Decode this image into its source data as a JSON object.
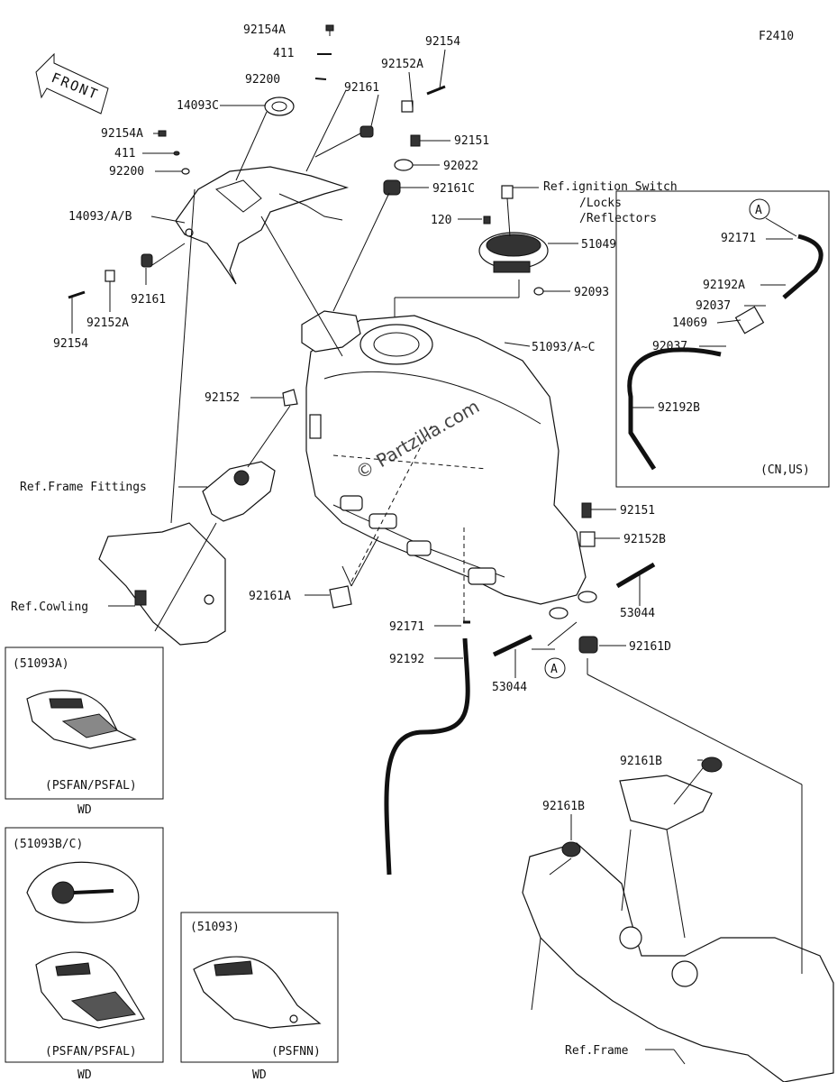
{
  "figure_id": "F2410",
  "front_label": "FRONT",
  "watermark": "© Partzilla.com",
  "callouts": {
    "c92154A_top": "92154A",
    "c411_top": "411",
    "c92200_top": "92200",
    "c14093C": "14093C",
    "c92154": "92154",
    "c92152A_top": "92152A",
    "c92161_top": "92161",
    "c92154A_left": "92154A",
    "c411_left": "411",
    "c92200_left": "92200",
    "c14093ABB": "14093/A/B",
    "c92151_top": "92151",
    "c92022": "92022",
    "c92161C": "92161C",
    "c_ref_ignition_1": "Ref.ignition Switch",
    "c_ref_ignition_2": "/Locks",
    "c_ref_ignition_3": "/Reflectors",
    "c120": "120",
    "c51049": "51049",
    "c92093": "92093",
    "c92161_left": "92161",
    "c92152A_left": "92152A",
    "c92154_left": "92154",
    "c51093AC": "51093/A~C",
    "c92152": "92152",
    "c_ref_frame_fittings": "Ref.Frame Fittings",
    "c_ref_cowling": "Ref.Cowling",
    "c92161A": "92161A",
    "c92171_bottom": "92171",
    "c92192": "92192",
    "c53044_left": "53044",
    "c_A_bottom": "A",
    "c92151_right": "92151",
    "c92152B": "92152B",
    "c53044_right": "53044",
    "c92161D": "92161D",
    "c92161B_top": "92161B",
    "c92161B_left": "92161B",
    "c_ref_frame": "Ref.Frame"
  },
  "inset_cn_us": {
    "circle_label": "A",
    "c92171": "92171",
    "c92192A": "92192A",
    "c92037_top": "92037",
    "c14069": "14069",
    "c92037_bottom": "92037",
    "c92192B": "92192B",
    "region": "(CN,US)"
  },
  "variant_boxes": [
    {
      "part": "(51093A)",
      "market": "(PSFAN/PSFAL)",
      "caption": "WD"
    },
    {
      "part": "(51093B/C)",
      "market": "(PSFAN/PSFAL)",
      "caption": "WD"
    },
    {
      "part": "(51093)",
      "market": "(PSFNN)",
      "caption": "WD"
    }
  ]
}
